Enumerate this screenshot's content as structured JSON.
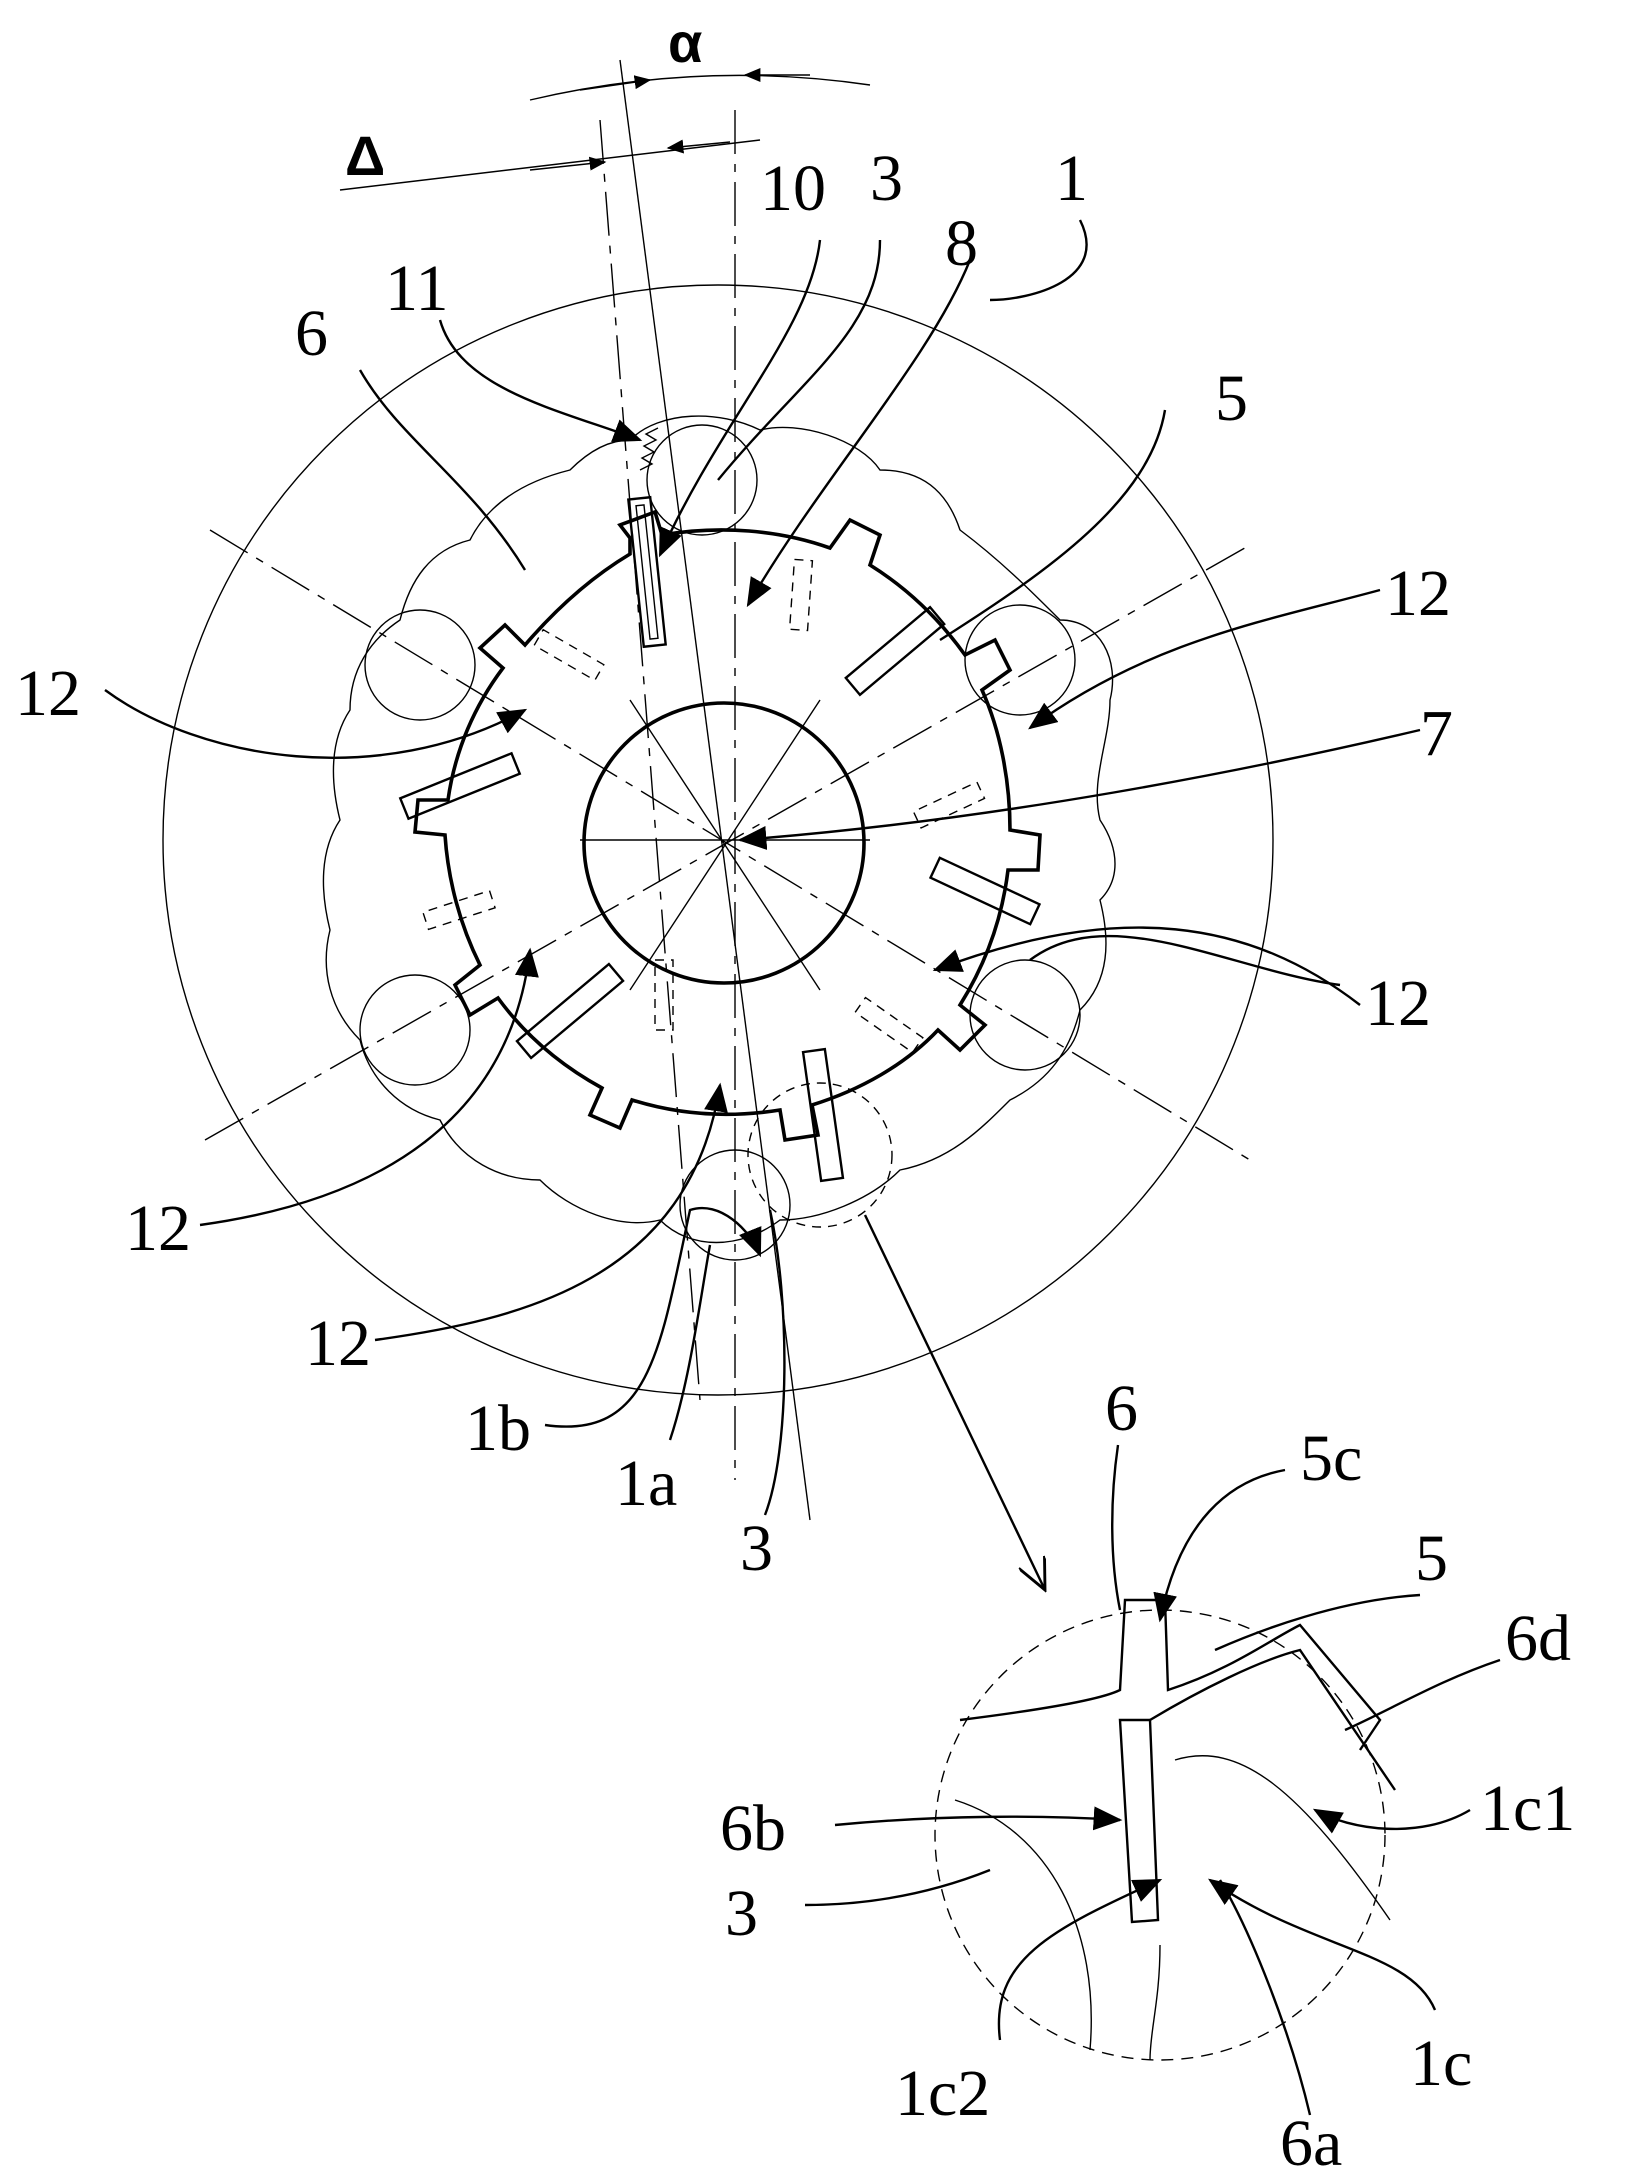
{
  "figure": {
    "symbols": {
      "alpha": "α",
      "delta": "Δ"
    },
    "labels": {
      "l10": "10",
      "l3_top": "3",
      "l1": "1",
      "l8": "8",
      "l11": "11",
      "l6": "6",
      "l5": "5",
      "l12_right_top": "12",
      "l12_left_top": "12",
      "l7": "7",
      "l12_right_bottom": "12",
      "l12_left_bottom": "12",
      "l12_bottom": "12",
      "l1b": "1b",
      "l1a": "1a",
      "l3_bottom": "3",
      "d_6": "6",
      "d_5c": "5c",
      "d_5": "5",
      "d_6d": "6d",
      "d_6b": "6b",
      "d_1c1": "1c1",
      "d_3": "3",
      "d_1c2": "1c2",
      "d_1c": "1c",
      "d_6a": "6a"
    }
  }
}
